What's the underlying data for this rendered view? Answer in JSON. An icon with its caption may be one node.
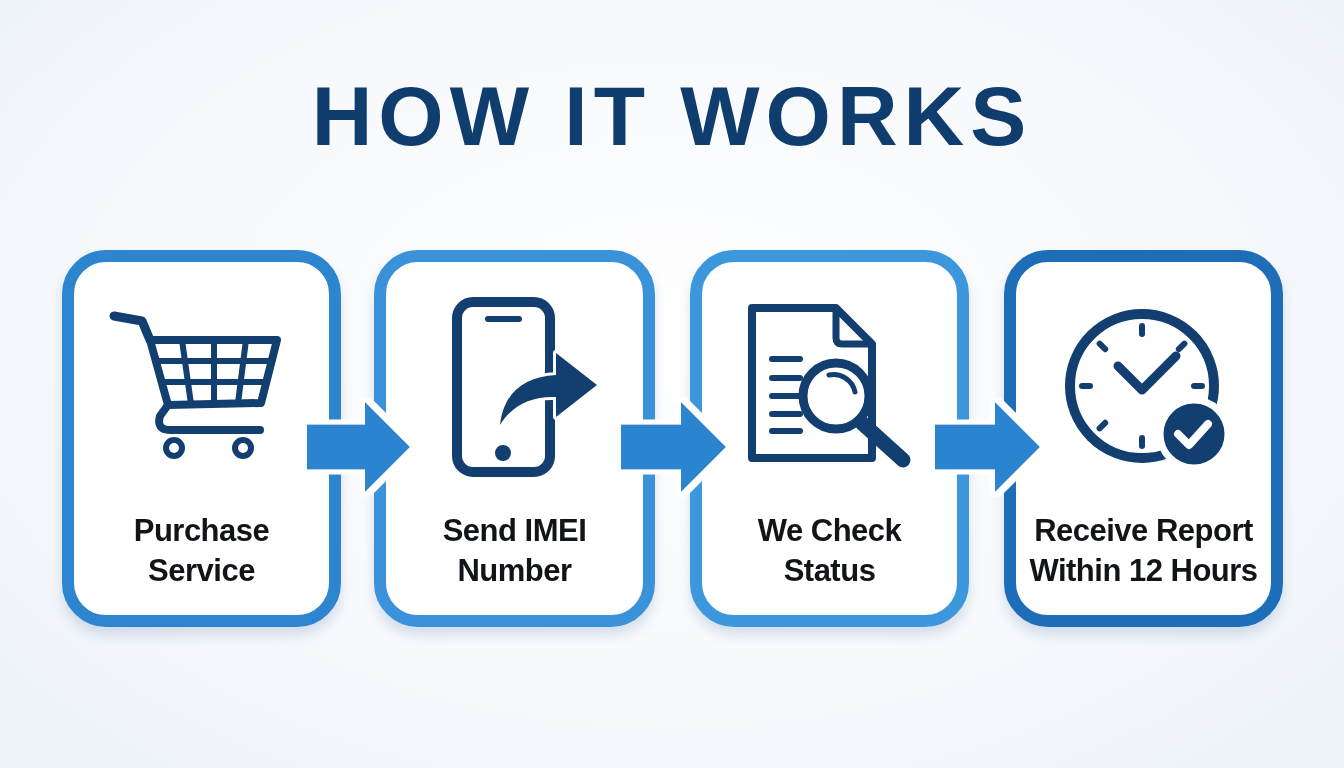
{
  "diagram": {
    "title": "HOW IT WORKS",
    "nodes": [
      {
        "text": [
          "Purchase Service"
        ]
      },
      {
        "text": [
          "Send IMEI Number"
        ]
      },
      {
        "text": [
          "We Check Status"
        ]
      },
      {
        "text": [
          "Receive Report Within 12 Hours"
        ]
      }
    ],
    "edges": [
      {
        "from": 0,
        "to": 1,
        "arrow": "to"
      },
      {
        "from": 1,
        "to": 2,
        "arrow": "to"
      },
      {
        "from": 2,
        "to": 3,
        "arrow": "to"
      }
    ]
  }
}
